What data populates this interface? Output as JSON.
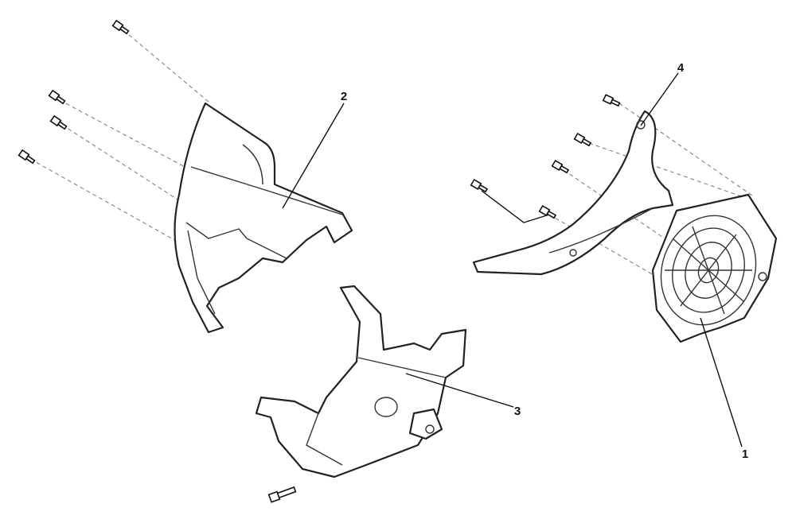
{
  "callouts": [
    {
      "id": "fan-cover",
      "label": "1"
    },
    {
      "id": "upper-shroud",
      "label": "2"
    },
    {
      "id": "lower-shroud",
      "label": "3"
    },
    {
      "id": "bracket",
      "label": "4"
    }
  ]
}
